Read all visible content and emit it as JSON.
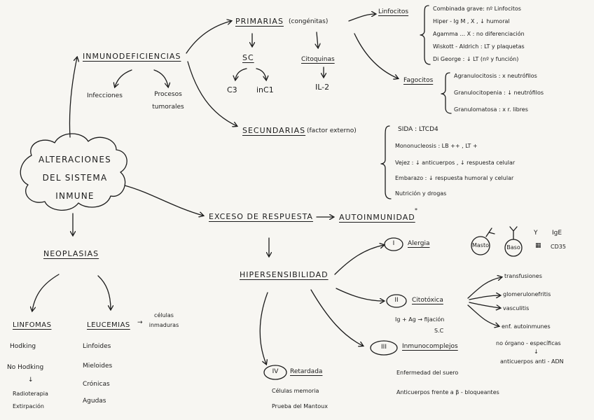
{
  "root": {
    "line1": "ALTERACIONES",
    "line2": "DEL SISTEMA",
    "line3": "INMUNE"
  },
  "inmunodeficiencias": {
    "title": "INMUNODEFICIENCIAS",
    "infecciones": "Infecciones",
    "procesos_l1": "Procesos",
    "procesos_l2": "tumorales"
  },
  "primarias": {
    "title": "PRIMARIAS",
    "subtitle": "(congénitas)",
    "sc": "SC",
    "c3": "C3",
    "c1": "inC1",
    "citoquinas": "Citoquinas",
    "il2": "IL-2",
    "linfocitos": {
      "title": "Linfocitos",
      "items": [
        "Combinada grave: nº Linfocitos",
        "Hiper - Ig M , X , ↓ humoral",
        "Agamma ... X : no diferenciación",
        "Wiskott - Aldrich : LT y plaquetas",
        "Di George : ↓ LT (nº y función)"
      ]
    },
    "fagocitos": {
      "title": "Fagocitos",
      "items": [
        "Agranulocitosis : x neutrófilos",
        "Granulocitopenia : ↓ neutrófilos",
        "Granulomatosa : x r. libres"
      ]
    }
  },
  "secundarias": {
    "title": "SECUNDARIAS",
    "subtitle": "(factor externo)",
    "items": [
      "SIDA : LTCD4",
      "Mononucleosis : LB ++ , LT +",
      "Vejez : ↓ anticuerpos , ↓ respuesta celular",
      "Embarazo : ↓ respuesta humoral y celular",
      "Nutrición y drogas"
    ]
  },
  "exceso": {
    "title": "EXCESO DE RESPUESTA",
    "autoinmunidad": "AUTOINMUNIDAD",
    "star": "*"
  },
  "hipersensibilidad": {
    "title": "HIPERSENSIBILIDAD",
    "tipo1": {
      "numeral": "I",
      "label": "Alergia",
      "masto": "Masto",
      "baso": "Baso",
      "ige": "IgE",
      "cd35": "CD35",
      "y_mark": "Y",
      "box_mark": "▦"
    },
    "tipo2": {
      "numeral": "II",
      "label": "Citotóxica",
      "eq_l1": "Ig + Ag → fijación",
      "eq_l2": "S.C",
      "items": [
        "transfusiones",
        "glomerulonefritis",
        "vasculitis",
        "enf. autoinmunes"
      ],
      "organo": "no órgano - específicas",
      "arrow_down": "↓",
      "anticuerpos": "anticuerpos anti - ADN"
    },
    "tipo3": {
      "numeral": "III",
      "label": "Inmunocomplejos",
      "items": [
        "Enfermedad del suero",
        "Anticuerpos frente a β - bloqueantes"
      ]
    },
    "tipo4": {
      "numeral": "IV",
      "label": "Retardada",
      "items": [
        "Células memoria",
        "Prueba del Mantoux"
      ]
    }
  },
  "neoplasias": {
    "title": "NEOPLASIAS",
    "linfomas": {
      "title": "LINFOMAS",
      "items": [
        "Hodking",
        "No Hodking"
      ],
      "arrow_down": "↓",
      "trat_l1": "Radioterapia",
      "trat_l2": "Extirpación"
    },
    "leucemias": {
      "title": "LEUCEMIAS",
      "items": [
        "Linfoides",
        "Mieloides",
        "Crónicas",
        "Agudas"
      ],
      "arrow": "→",
      "celulas_l1": "células",
      "celulas_l2": "inmaduras"
    }
  }
}
